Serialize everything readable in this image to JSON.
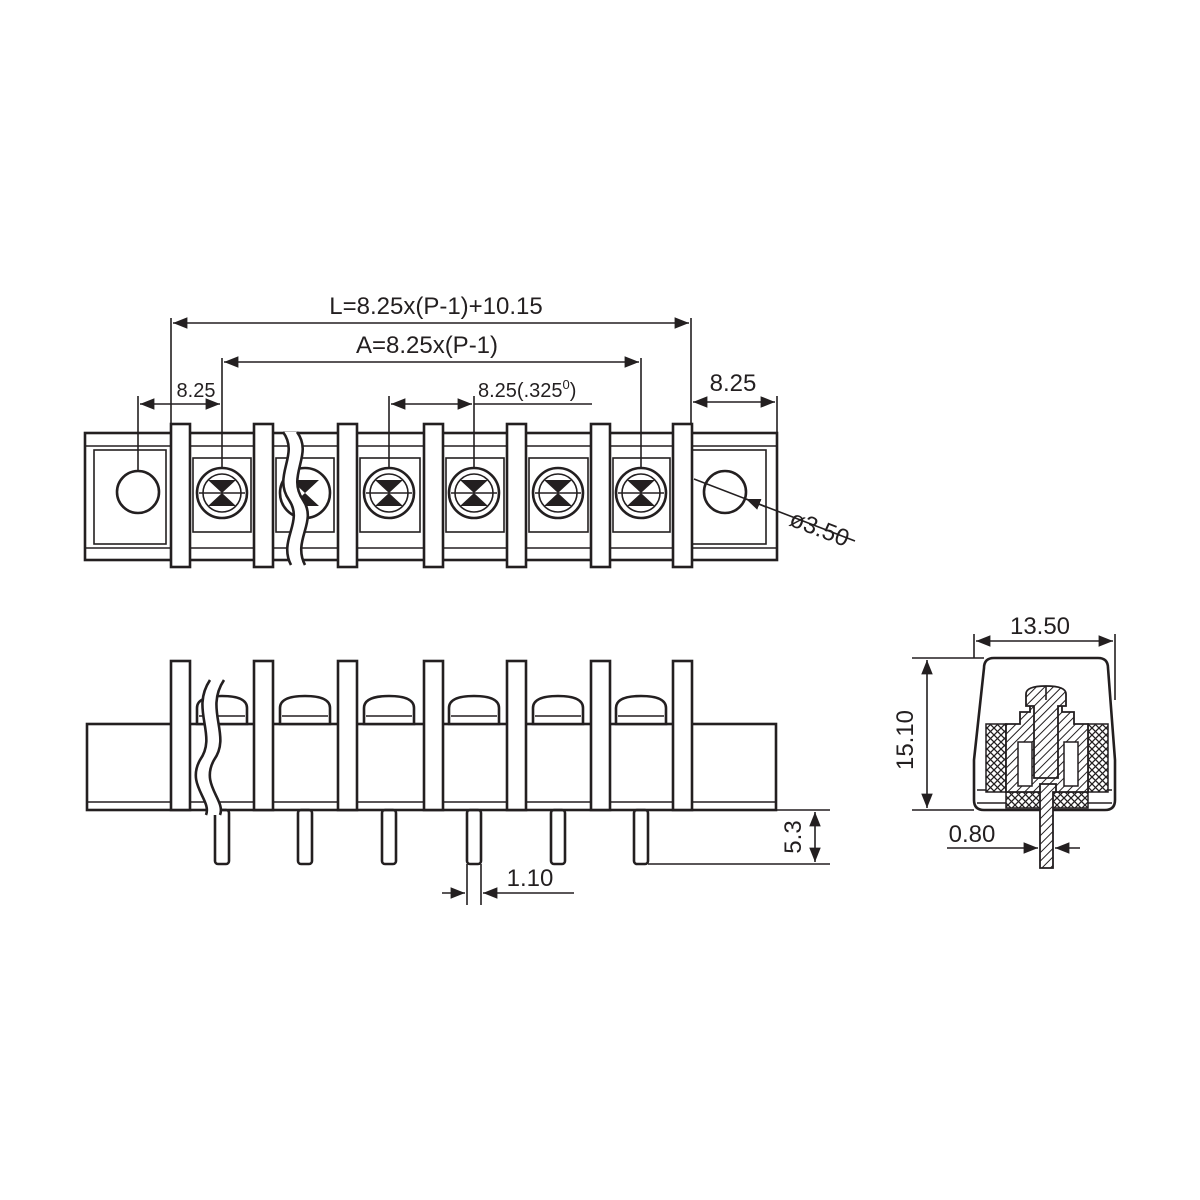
{
  "dimensions": {
    "total_length": "L=8.25x(P-1)+10.15",
    "span_a": "A=8.25x(P-1)",
    "end_offset_left": "8.25",
    "pitch": "8.25(.325",
    "pitch_superscript": "0",
    "pitch_close": ")",
    "end_offset_right": "8.25",
    "hole_diameter": "ø3.50",
    "width": "13.50",
    "height": "15.10",
    "pin_thickness": "0.80",
    "pin_length": "5.3",
    "pin_width": "1.10"
  },
  "colors": {
    "line": "#231f20",
    "background": "#ffffff"
  }
}
